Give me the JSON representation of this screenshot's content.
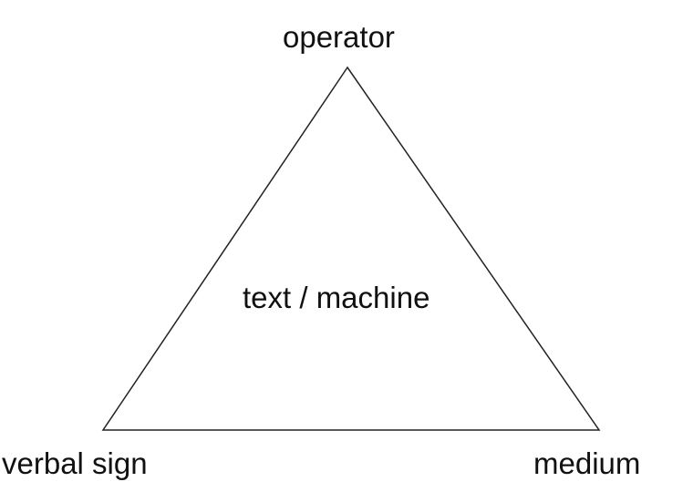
{
  "diagram": {
    "top_label": "operator",
    "center_label": "text / machine",
    "left_label": "verbal sign",
    "right_label": "medium"
  }
}
